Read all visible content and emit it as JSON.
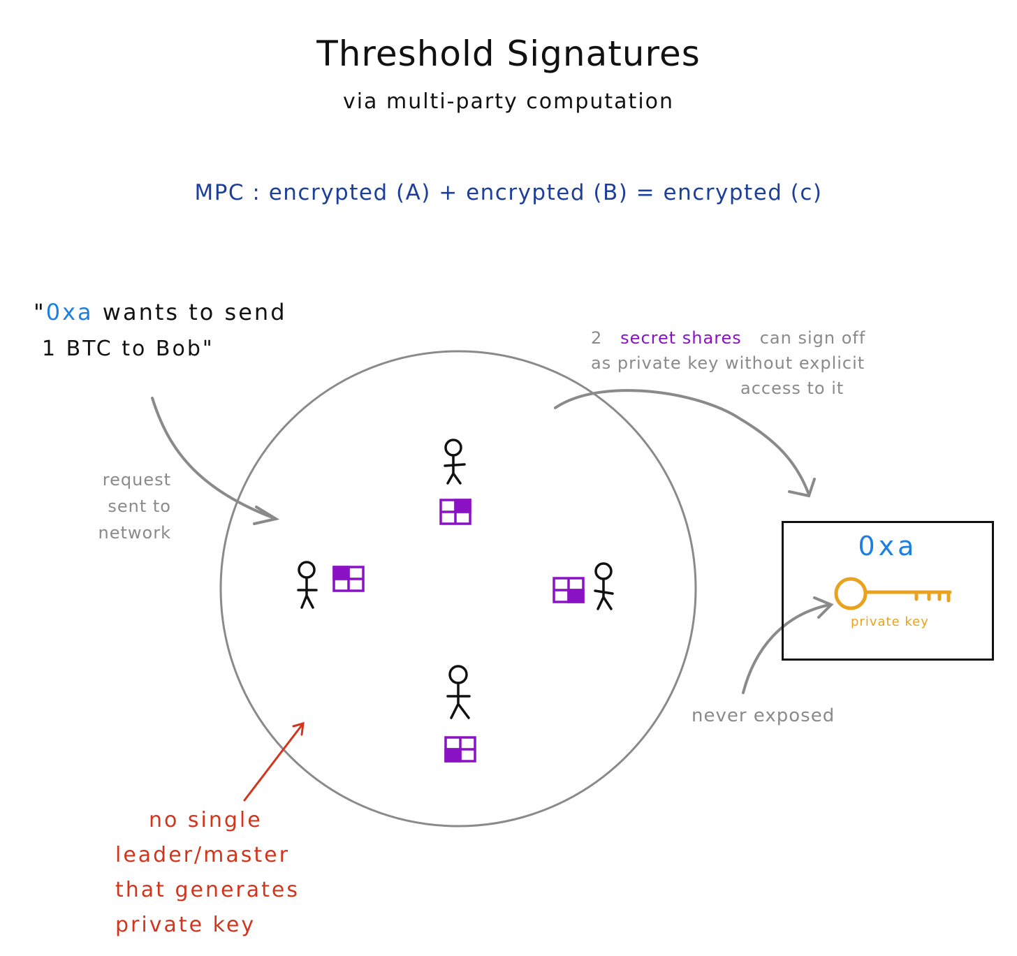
{
  "title": "Threshold Signatures",
  "subtitle": "via multi-party computation",
  "mpc_formula": "MPC : encrypted (A) + encrypted (B) = encrypted (c)",
  "request": {
    "quote_open": "\"",
    "sender": "0xa",
    "line1_rest": " wants to send",
    "line2": "1 BTC to Bob\""
  },
  "request_label": "request sent to network",
  "shares_note": {
    "count": "2",
    "highlight": "secret shares",
    "line1_rest": "can sign off",
    "line2": "as private key without explicit",
    "line3": "access to it"
  },
  "never_exposed": "never exposed",
  "no_leader": [
    "no single",
    "leader/master",
    "that generates",
    "private key"
  ],
  "key_box": {
    "owner": "0xa",
    "key_label": "private key"
  },
  "nodes": [
    {
      "name": "node-top"
    },
    {
      "name": "node-left"
    },
    {
      "name": "node-right"
    },
    {
      "name": "node-bottom"
    }
  ],
  "colors": {
    "ink": "#111111",
    "blue_text": "#1c3f9a",
    "accent_blue": "#1e7fe0",
    "gray": "#8a8a8a",
    "purple": "#8a12c4",
    "orange": "#e9a21e",
    "red": "#d0361e"
  }
}
